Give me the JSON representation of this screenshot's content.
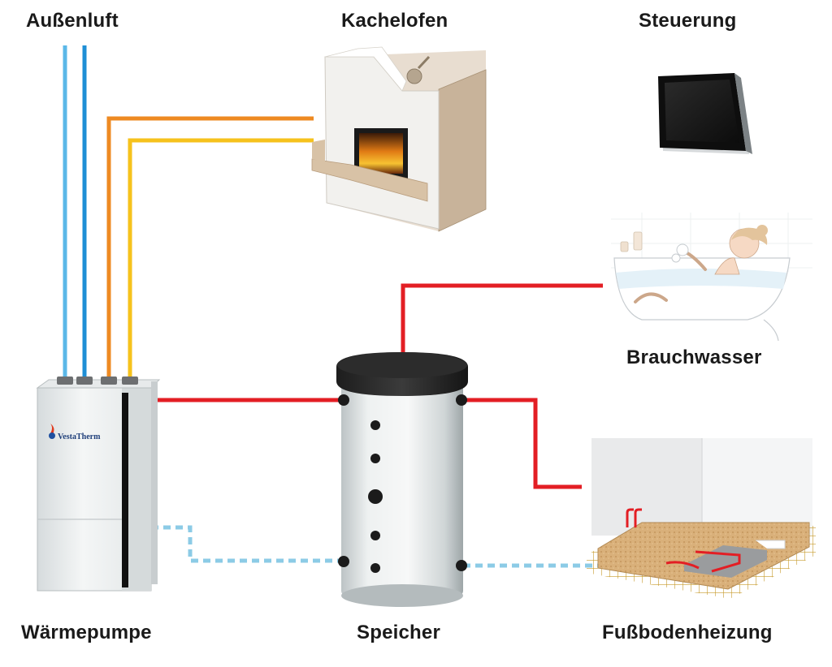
{
  "labels": {
    "outdoor_air": "Außenluft",
    "tiled_stove": "Kachelofen",
    "control": "Steuerung",
    "hot_water": "Brauchwasser",
    "heat_pump": "Wärmepumpe",
    "storage_tank": "Speicher",
    "floor_heating": "Fußbodenheizung"
  },
  "brand": {
    "logo_text": "VestaTherm"
  },
  "colors": {
    "outdoor_air_pipes": "#5bb8e8",
    "outdoor_air_pipes_dark": "#1e8fd6",
    "stove_supply": "#ee8a22",
    "stove_return": "#f6c21c",
    "hot_flow": "#e31e24",
    "return_flow": "#8ccbe6"
  }
}
